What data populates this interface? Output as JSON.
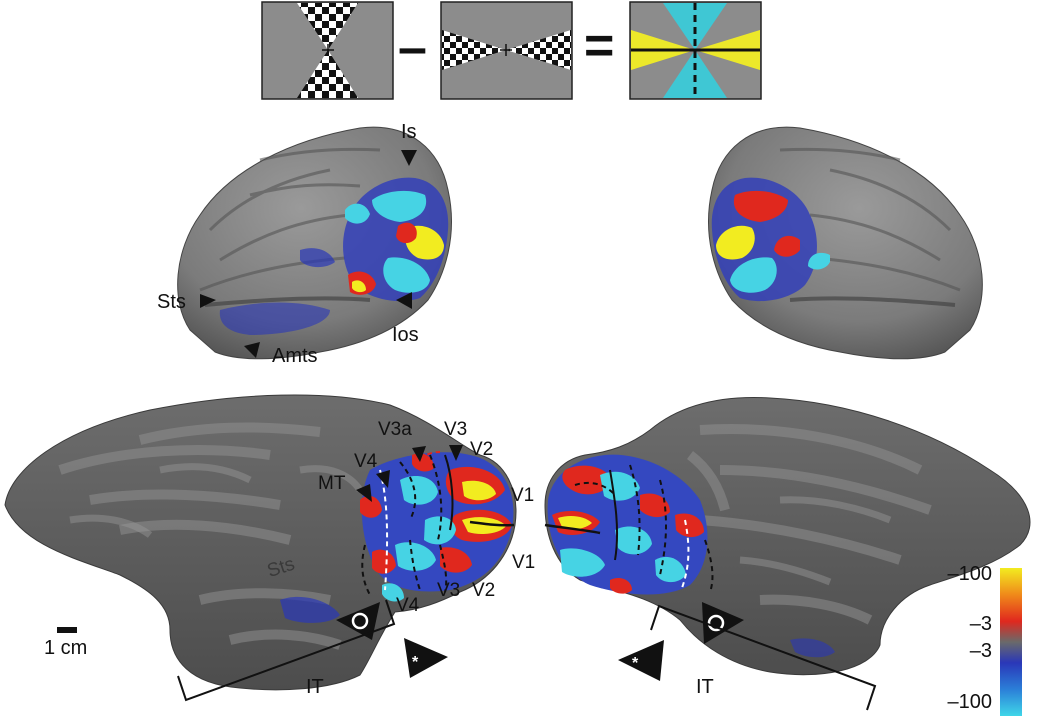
{
  "stimulus": {
    "operator_minus": "–",
    "operator_equals": "="
  },
  "lateral_view": {
    "labels": {
      "is": "Is",
      "ios": "Ios",
      "sts": "Sts",
      "amts": "Amts"
    }
  },
  "flat_map": {
    "labels": {
      "v3a": "V3a",
      "v3_top": "V3",
      "v2_top": "V2",
      "v4_top": "V4",
      "mt": "MT",
      "v1_top": "V1",
      "v1_bottom": "V1",
      "v3_bottom": "V3",
      "v2_bottom": "V2",
      "v4_bottom": "V4",
      "sts": "Sts",
      "it_left": "IT",
      "it_right": "IT"
    },
    "scale_bar": "1 cm"
  },
  "colorbar": {
    "top": "–100",
    "upper_mid": "–3",
    "lower_mid": "–3",
    "bottom": "–100",
    "colors": {
      "positive_max": "#f2ec20",
      "positive_mid": "#e0281e",
      "negative_mid": "#2a37b8",
      "negative_max": "#3fd6e8"
    }
  }
}
